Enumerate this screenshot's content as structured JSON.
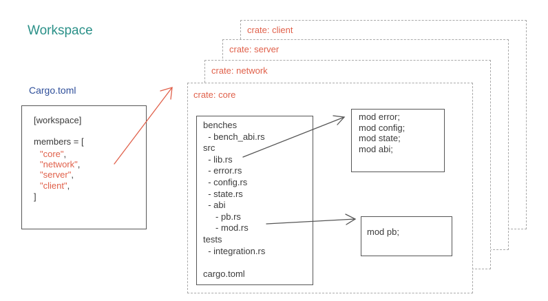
{
  "title": "Workspace",
  "cargo_file": {
    "label": "Cargo.toml",
    "header": "[workspace]",
    "members_open": "members = [",
    "members": [
      "\"core\"",
      "\"network\"",
      "\"server\"",
      "\"client\""
    ],
    "members_close": "]"
  },
  "crates": [
    {
      "label": "crate: client"
    },
    {
      "label": "crate: server"
    },
    {
      "label": "crate: network"
    },
    {
      "label": "crate: core"
    }
  ],
  "core_tree": [
    "benches",
    "  - bench_abi.rs",
    "src",
    "  - lib.rs",
    "  - error.rs",
    "  - config.rs",
    "  - state.rs",
    "  - abi",
    "     - pb.rs",
    "     - mod.rs",
    "tests",
    "  - integration.rs",
    "",
    "cargo.toml"
  ],
  "lib_mods": [
    "mod error;",
    "mod config;",
    "mod state;",
    "mod abi;"
  ],
  "abi_mods": [
    "mod pb;"
  ],
  "colors": {
    "title": "#2a9088",
    "subtitle": "#2f4f9a",
    "accent_red": "#e0604a",
    "box_border": "#555555",
    "dash_border": "#a8a8a8"
  }
}
